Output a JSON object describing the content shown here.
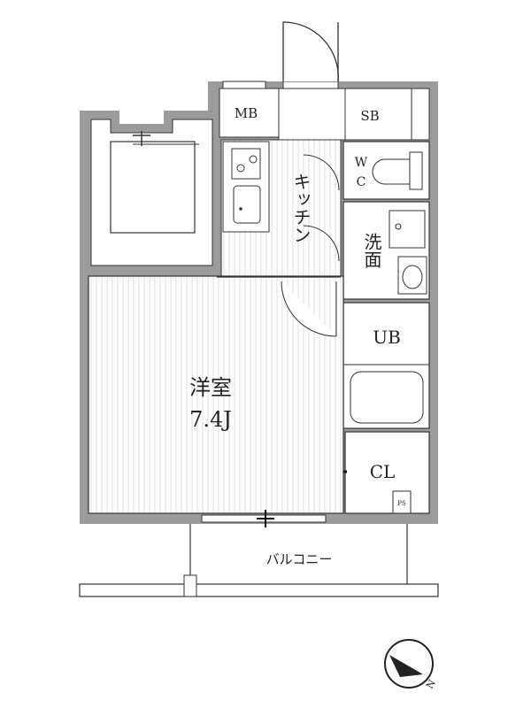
{
  "rooms": {
    "western_room": {
      "name": "洋室",
      "size": "7.4J"
    },
    "kitchen": "キッチン",
    "washroom": "洗面",
    "unit_bath": "UB",
    "wc_w": "W",
    "wc_c": "C",
    "closet": "CL",
    "mb": "MB",
    "sb": "SB",
    "balcony": "バルコニー",
    "ps": "PS"
  },
  "compass": {
    "label": "N"
  },
  "colors": {
    "wall": "#9b9b9b",
    "line": "#333333",
    "floor_stripe": "#dcdcdc",
    "fixture": "#555555"
  }
}
